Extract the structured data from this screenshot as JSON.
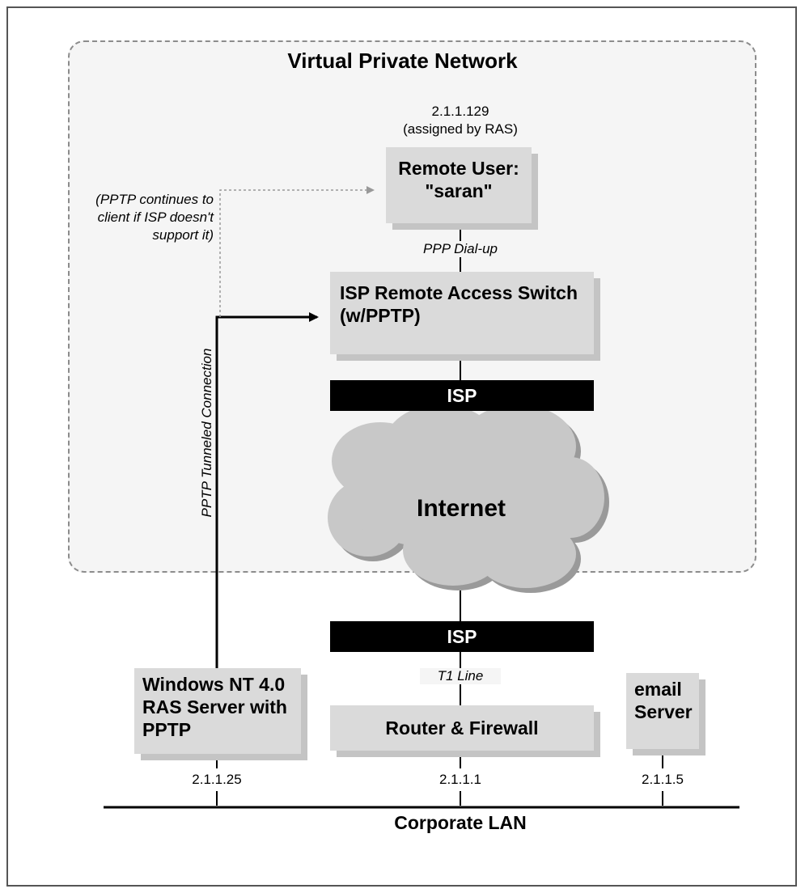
{
  "title": "Virtual Private Network",
  "remote_user": {
    "ip": "2.1.1.129",
    "ip_note": "(assigned by RAS)",
    "line1": "Remote User:",
    "line2": "\"saran\""
  },
  "pptp_note": [
    "(PPTP continues to",
    "client if ISP doesn't",
    "support it)"
  ],
  "ppp_label": "PPP Dial-up",
  "isp_switch": {
    "line1": "ISP Remote Access Switch",
    "line2": "(w/PPTP)"
  },
  "isp_top": "ISP",
  "internet": "Internet",
  "isp_bottom": "ISP",
  "tunnel_label": "PPTP Tunneled Connection",
  "t1_label": "T1 Line",
  "ras_server": {
    "line1": "Windows NT 4.0",
    "line2": "RAS Server with",
    "line3": "PPTP",
    "ip": "2.1.1.25"
  },
  "router": {
    "label": "Router & Firewall",
    "ip": "2.1.1.1"
  },
  "email": {
    "line1": "email",
    "line2": "Server",
    "ip": "2.1.1.5"
  },
  "lan_label": "Corporate LAN",
  "colors": {
    "box_fill": "#dadada",
    "box_shadow": "#c4c4c4",
    "cloud_fill": "#c8c8c8",
    "bar_fill": "#000000"
  }
}
